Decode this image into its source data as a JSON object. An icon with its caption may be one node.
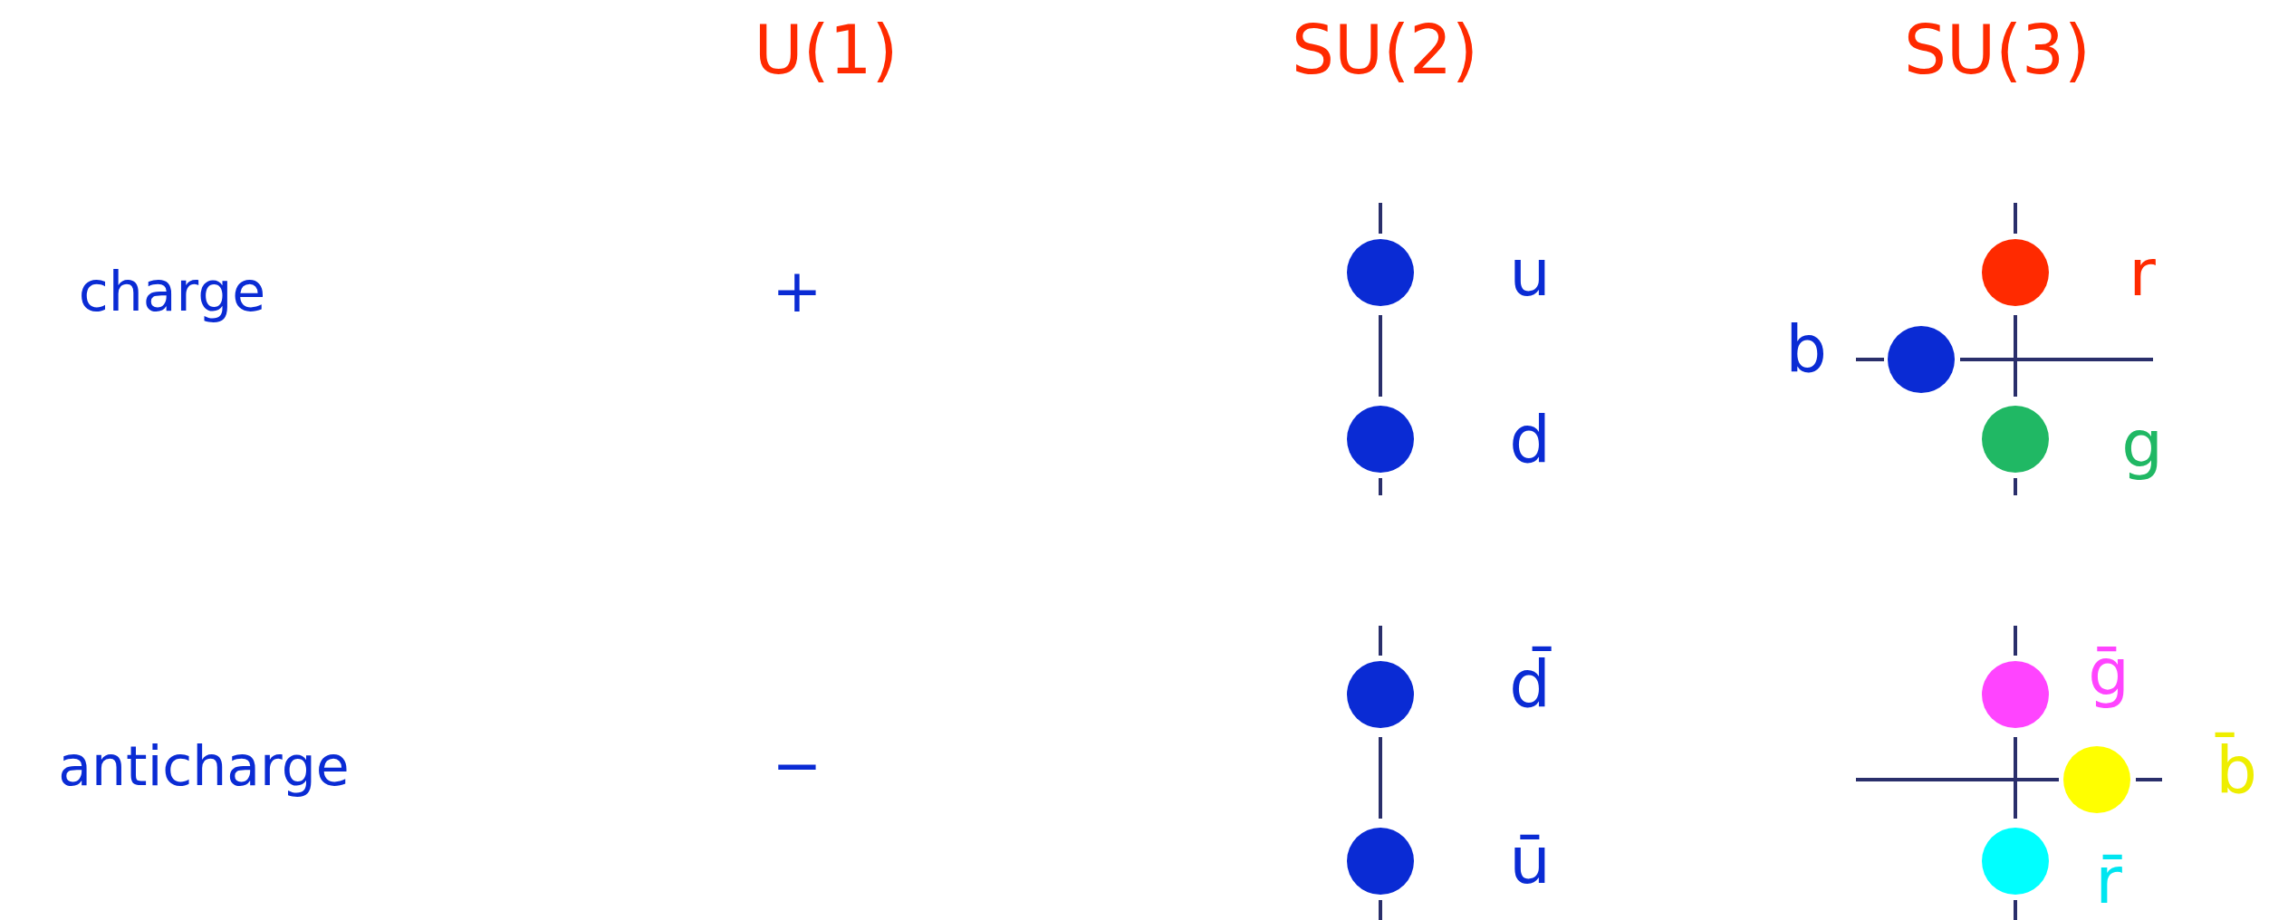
{
  "diagram": {
    "nodes": [
      {
        "text": [],
        "shape": "circle",
        "beside": [
          "u"
        ]
      },
      {
        "text": [],
        "shape": "circle",
        "beside": [
          "d"
        ]
      },
      {
        "text": [],
        "shape": "circle",
        "beside": [
          "r"
        ]
      },
      {
        "text": [],
        "shape": "circle",
        "beside": [
          "b"
        ]
      },
      {
        "text": [],
        "shape": "circle",
        "beside": [
          "g"
        ]
      },
      {
        "text": [],
        "shape": "circle",
        "beside": [
          "d̄"
        ]
      },
      {
        "text": [],
        "shape": "circle",
        "beside": [
          "ū"
        ]
      },
      {
        "text": [],
        "shape": "circle",
        "beside": [
          "ḡ"
        ]
      },
      {
        "text": [],
        "shape": "circle",
        "beside": [
          "b̄"
        ]
      },
      {
        "text": [],
        "shape": "circle",
        "beside": [
          "r̄"
        ]
      }
    ],
    "edges": [
      {
        "from": 0,
        "to": 1,
        "arrow": "none"
      },
      {
        "from": 2,
        "to": 4,
        "arrow": "none"
      },
      {
        "from": 5,
        "to": 6,
        "arrow": "none"
      },
      {
        "from": 7,
        "to": 9,
        "arrow": "none"
      }
    ],
    "labels": [
      "U(1)",
      "SU(2)",
      "SU(3)",
      "charge",
      "+",
      "anticharge",
      "−"
    ]
  }
}
